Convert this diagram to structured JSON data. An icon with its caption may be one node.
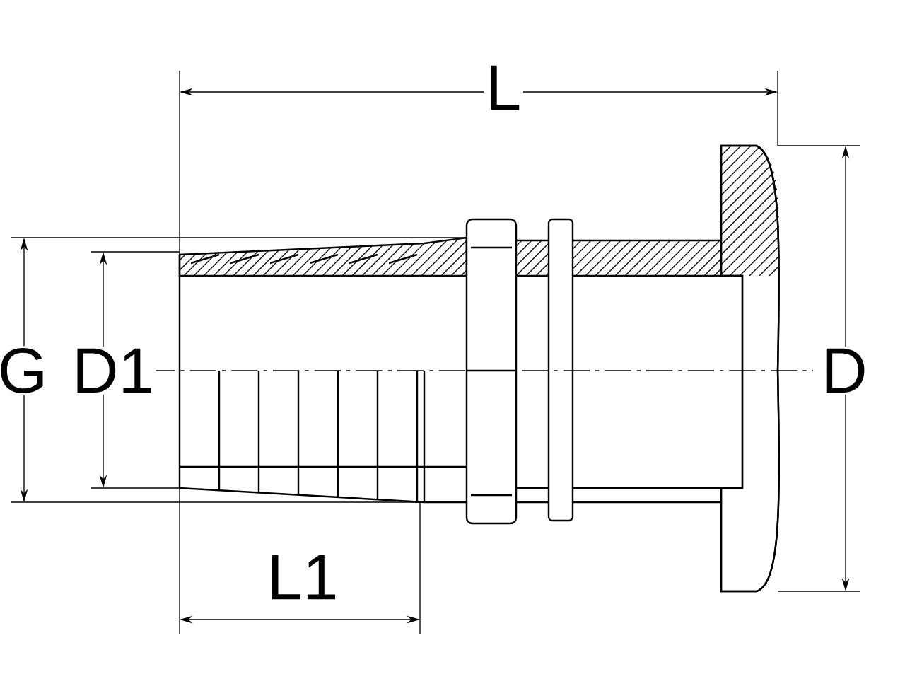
{
  "diagram": {
    "labels": [
      "L",
      "G",
      "D1",
      "D",
      "L1"
    ]
  }
}
